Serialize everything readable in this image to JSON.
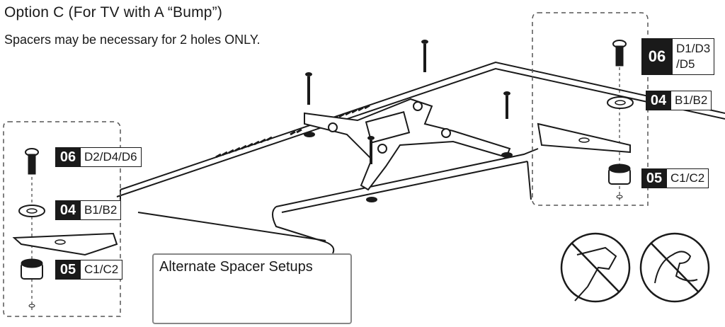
{
  "header": {
    "title": "Option C (For TV with A “Bump”)",
    "subtitle": "Spacers may be necessary for 2 holes ONLY."
  },
  "left_detail": {
    "callouts": [
      {
        "number": "06",
        "parts": "D2/D4/D6"
      },
      {
        "number": "04",
        "parts": "B1/B2"
      },
      {
        "number": "05",
        "parts": "C1/C2"
      }
    ]
  },
  "right_detail": {
    "callouts": [
      {
        "number": "06",
        "parts_line1": "D1/D3",
        "parts_line2": "/D5"
      },
      {
        "number": "04",
        "parts": "B1/B2"
      },
      {
        "number": "05",
        "parts": "C1/C2"
      }
    ]
  },
  "alternate": {
    "title": "Alternate Spacer Setups"
  },
  "icons": [
    "no-power-drill-icon",
    "no-overtighten-icon"
  ],
  "colors": {
    "ink": "#1a1a1a",
    "dashed": "#555555",
    "box_border": "#888888",
    "background": "#ffffff"
  }
}
